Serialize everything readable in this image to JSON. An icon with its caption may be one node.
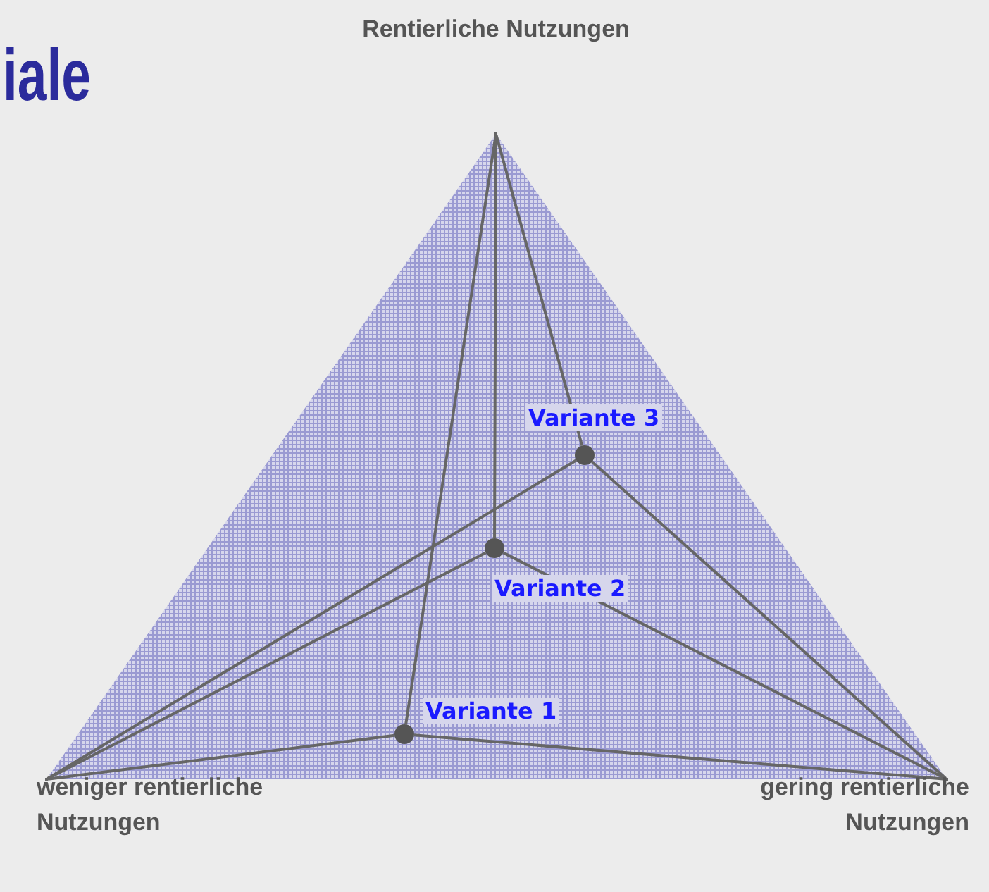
{
  "diagram": {
    "title": "iale",
    "nodes": [
      {
        "text": [],
        "shape": "point",
        "beside": [
          "Rentierliche Nutzungen"
        ]
      },
      {
        "text": [],
        "shape": "point",
        "beside": [
          "weniger rentierliche Nutzungen"
        ]
      },
      {
        "text": [],
        "shape": "point",
        "beside": [
          "gering rentierliche Nutzungen"
        ]
      },
      {
        "text": [],
        "shape": "circle",
        "beside": [
          "Variante 3"
        ]
      },
      {
        "text": [],
        "shape": "circle",
        "beside": [
          "Variante 2"
        ]
      },
      {
        "text": [],
        "shape": "circle",
        "beside": [
          "Variante 1"
        ]
      }
    ],
    "edges": [
      {
        "from": 3,
        "to": 0,
        "arrow": "none"
      },
      {
        "from": 3,
        "to": 1,
        "arrow": "none"
      },
      {
        "from": 3,
        "to": 2,
        "arrow": "none"
      },
      {
        "from": 4,
        "to": 0,
        "arrow": "none"
      },
      {
        "from": 4,
        "to": 1,
        "arrow": "none"
      },
      {
        "from": 4,
        "to": 2,
        "arrow": "none"
      },
      {
        "from": 5,
        "to": 0,
        "arrow": "none"
      },
      {
        "from": 5,
        "to": 1,
        "arrow": "none"
      },
      {
        "from": 5,
        "to": 2,
        "arrow": "none"
      }
    ]
  }
}
